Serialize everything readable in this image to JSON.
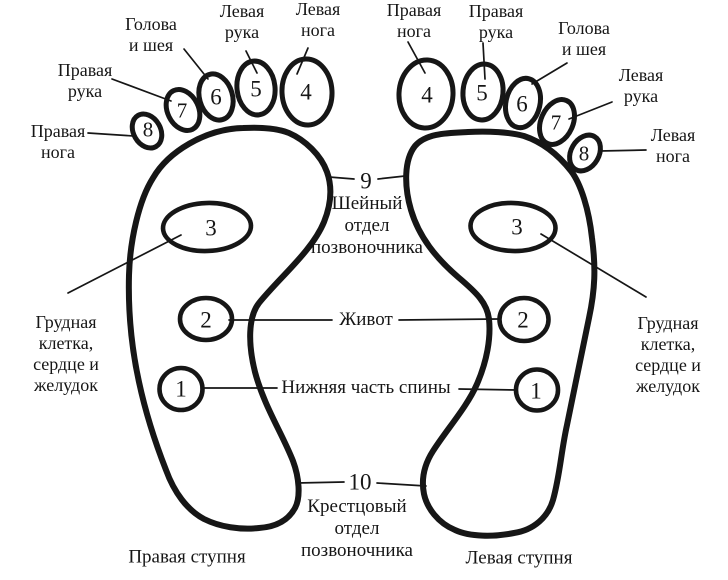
{
  "colors": {
    "ink": "#161616",
    "background": "#ffffff"
  },
  "callouts": {
    "head_neck_left": "Голова\nи шея",
    "left_arm_left": "Левая\nрука",
    "left_leg_left": "Левая\nнога",
    "right_arm_left": "Правая\nрука",
    "right_leg_left": "Правая\nнога",
    "right_leg_right": "Правая\nнога",
    "right_arm_right": "Правая\nрука",
    "head_neck_right": "Голова\nи шея",
    "left_arm_right": "Левая\nрука",
    "left_leg_right": "Левая\nнога",
    "chest_left": "Грудная\nклетка,\nсердце и\nжелудок",
    "chest_right": "Грудная\nклетка,\nсердце и\nжелудок",
    "cervical_spine": "Шейный\nотдел\nпозвоночника",
    "belly": "Живот",
    "lower_back": "Нижняя часть спины",
    "sacral_spine": "Крестцовый\nотдел\nпозвоночника"
  },
  "captions": {
    "right_foot": "Правая ступня",
    "left_foot": "Левая ступня"
  },
  "numbers": {
    "toes_left": {
      "toe4": "4",
      "toe5": "5",
      "toe6": "6",
      "toe7": "7",
      "toe8": "8"
    },
    "toes_right": {
      "toe4": "4",
      "toe5": "5",
      "toe6": "6",
      "toe7": "7",
      "toe8": "8"
    },
    "zones_left": {
      "zone1": "1",
      "zone2": "2",
      "zone3": "3"
    },
    "zones_right": {
      "zone1": "1",
      "zone2": "2",
      "zone3": "3"
    },
    "cervical_spine": "9",
    "sacral_spine": "10"
  }
}
